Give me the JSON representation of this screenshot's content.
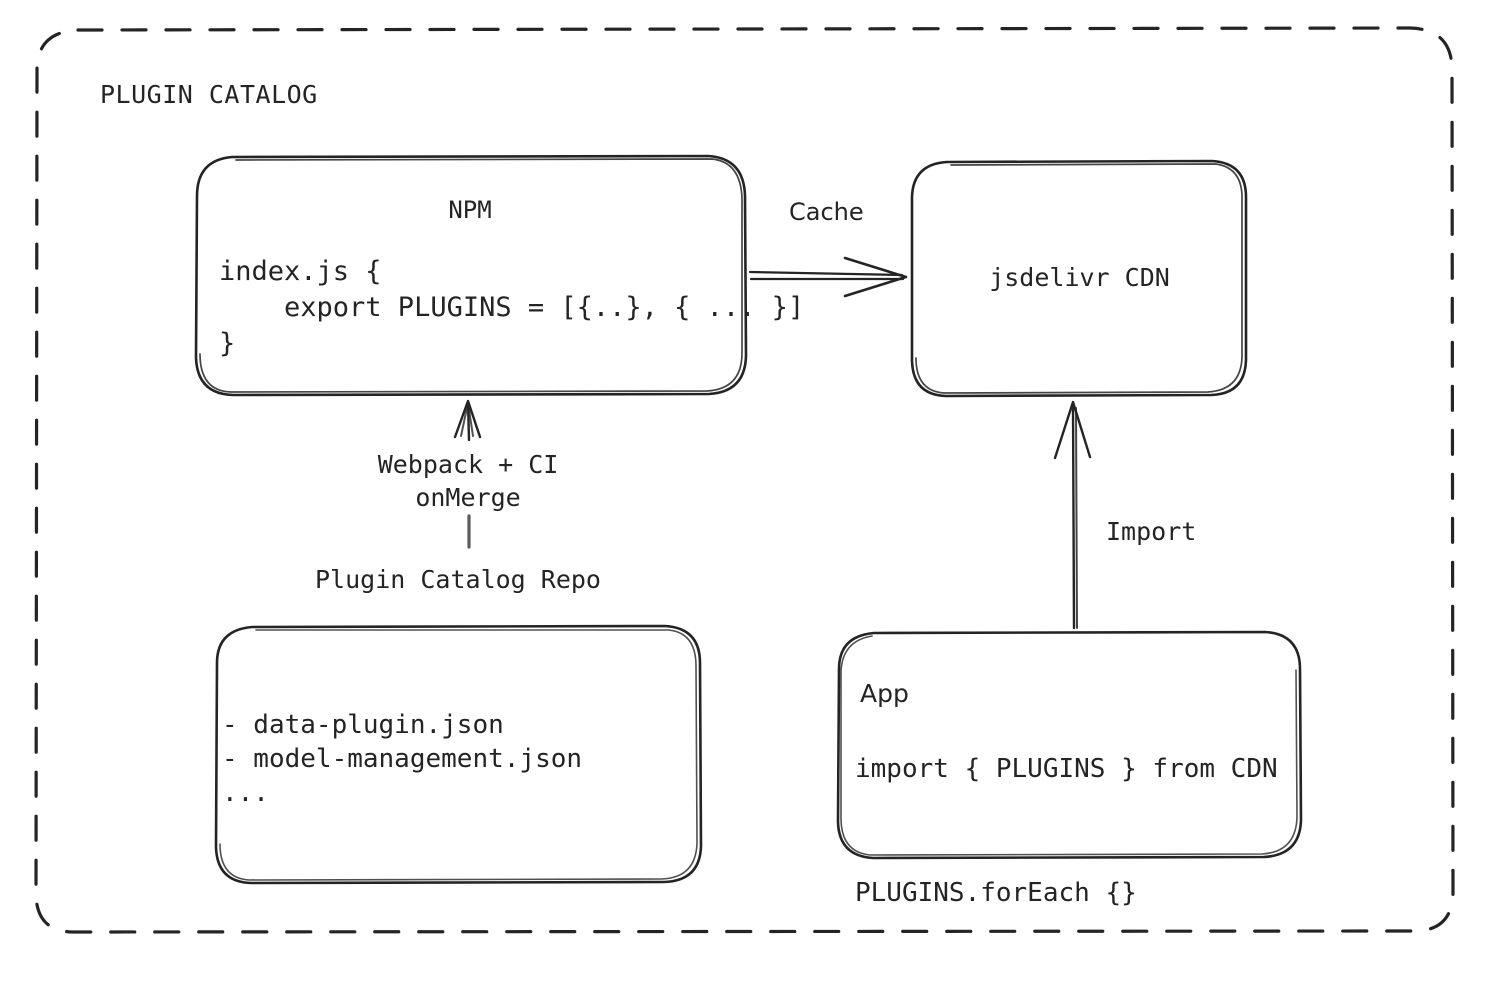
{
  "diagram": {
    "container_label": "PLUGIN CATALOG",
    "boxes": {
      "npm": {
        "title": "NPM",
        "code": "index.js {\n    export PLUGINS = [{..}, { ... }]\n}"
      },
      "cdn": {
        "title": "jsdelivr CDN"
      },
      "repo": {
        "caption": "Plugin Catalog Repo",
        "files": "- data-plugin.json\n- model-management.json\n..."
      },
      "app": {
        "title": "App",
        "code": "import { PLUGINS } from CDN\n\nPLUGINS.forEach {}"
      }
    },
    "edges": {
      "npm_to_cdn": "Cache",
      "repo_to_npm": "Webpack + CI\nonMerge",
      "app_to_cdn": "Import"
    },
    "colors": {
      "stroke": "#242424",
      "background": "#ffffff",
      "text": "#242424"
    }
  }
}
